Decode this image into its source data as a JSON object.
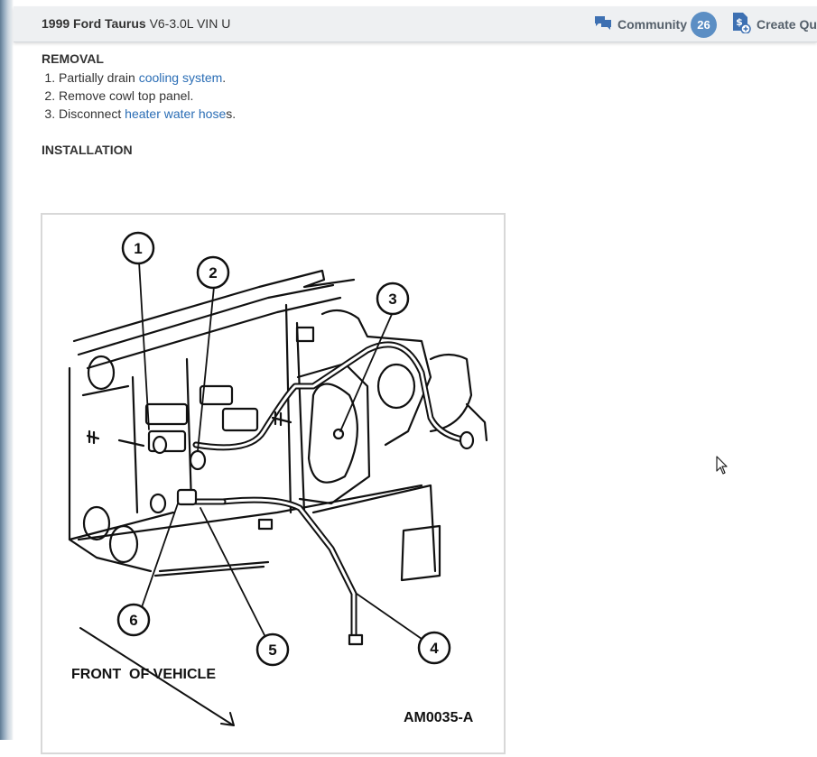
{
  "header": {
    "vehicle_make": "1999 Ford Taurus",
    "vehicle_engine": "V6-3.0L VIN U",
    "community_label": "Community",
    "community_count": "26",
    "quote_label": "Create Quo",
    "icons": {
      "community": "chat-bubbles-icon",
      "quote": "dollar-document-icon"
    }
  },
  "removal": {
    "heading": "REMOVAL",
    "step1_prefix": "Partially drain ",
    "step1_link": "cooling system",
    "step1_suffix": ".",
    "step2": "Remove cowl top panel.",
    "step3_prefix": "Disconnect ",
    "step3_link": "heater water hose",
    "step3_suffix": "s."
  },
  "installation": {
    "heading": "INSTALLATION"
  },
  "diagram": {
    "callouts": [
      "1",
      "2",
      "3",
      "4",
      "5",
      "6"
    ],
    "front_label": "FRONT  OF VEHICLE",
    "figure_code": "AM0035-A"
  },
  "colors": {
    "link": "#2a6db5",
    "badge": "#5b8ec4",
    "icon": "#3d70b2"
  }
}
